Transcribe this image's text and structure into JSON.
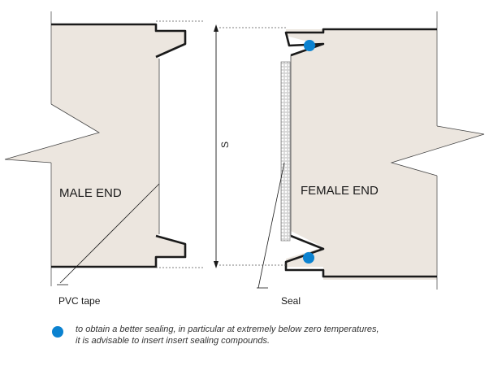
{
  "labels": {
    "male_end": "MALE END",
    "female_end": "FEMALE END",
    "dimension": "S",
    "pvc_tape": "PVC tape",
    "seal": "Seal"
  },
  "note": {
    "line1": "to obtain a better sealing, in particular at extremely below zero temperatures,",
    "line2": "it is advisable to insert  insert sealing compounds."
  },
  "colors": {
    "panel_fill": "#ece6df",
    "outline": "#1a1a1a",
    "seal_dot": "#0b82d0",
    "tape_fill": "#f2f2f2",
    "dotted": "#555555"
  }
}
